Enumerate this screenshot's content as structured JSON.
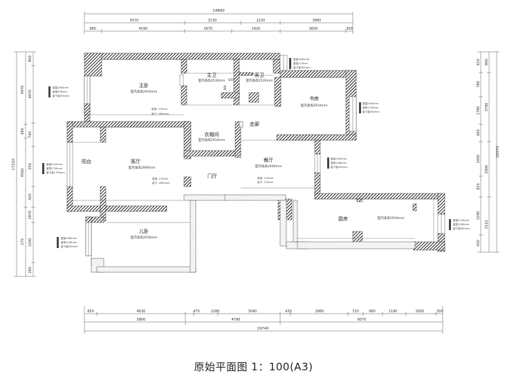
{
  "title": "原始平面图 1：100(A3)",
  "rooms": {
    "master_bedroom": {
      "name": "主卧",
      "height": "室内净高2910mm",
      "beam1": "梁宽: 270mm",
      "beam2": "梁下: 2600mm"
    },
    "master_bath": {
      "name": "主卫",
      "height": "室内净高2530mm",
      "note": "430",
      "pipe": "管道"
    },
    "guest_bath": {
      "name": "客卫",
      "height": "室内净高2530mm"
    },
    "study": {
      "name": "书房",
      "height": "室内净高2910mm"
    },
    "corridor": {
      "name": "走廊"
    },
    "cloakroom": {
      "name": "衣帽间",
      "height": "室内净高2910mm"
    },
    "balcony": {
      "name": "阳台"
    },
    "living": {
      "name": "客厅",
      "height": "室内净高2900mm",
      "beam1": "梁宽: 270mm",
      "beam2": "梁下: 2600mm"
    },
    "dining": {
      "name": "餐厅",
      "height": "室内净高2400mm",
      "beam1": "梁宽: 270mm",
      "beam2": "梁下: 270mm"
    },
    "foyer": {
      "name": "门厅"
    },
    "kids": {
      "name": "儿卧",
      "height": "室内净高2930mm"
    },
    "kitchen": {
      "name": "厨房",
      "height": "室内净高2910mm"
    }
  },
  "window_notes": {
    "master_left": [
      "窗高1800mm",
      "窗宽990mm",
      "窗下高900mm"
    ],
    "top_right": [
      "窗高1600mm",
      "窗宽210mm",
      "窗下高900mm"
    ],
    "study_right": [
      "窗高2400mm",
      "窗宽1790mm",
      "窗下高900mm"
    ],
    "balcony_left": [
      "窗高2100mm",
      "窗宽2790mm",
      "窗下高1750mm"
    ],
    "dining_right": [
      "窗高1300mm",
      "窗宽1480mm",
      "窗下高900mm"
    ],
    "kids_left": [
      "窗高1480mm",
      "窗宽1440mm",
      "窗下高900mm"
    ],
    "kitchen_right": [
      "窗高2100mm",
      "窗宽1500mm",
      "窗下高900mm"
    ]
  },
  "dims": {
    "top_total": "14880",
    "top_row1": [
      "5570",
      "3130",
      "2220",
      "3960"
    ],
    "top_row2": [
      "980",
      "4590",
      "2670",
      "1920",
      "3600",
      "300"
    ],
    "bottom_row1": [
      "650",
      "4630",
      "470",
      "1280",
      "3040",
      "430",
      "2860",
      "720",
      "980",
      "1190",
      "2000",
      "300"
    ],
    "bottom_row2": [
      "5800",
      "4790",
      "9070"
    ],
    "bottom_total": "19740",
    "left_total": "17220",
    "left_row1": [
      "4970",
      "680",
      "4560",
      "270"
    ],
    "left_row2": [
      "800",
      "4070",
      "740",
      "250",
      "420",
      "2870",
      "1200",
      "280"
    ],
    "right_total": "16970",
    "right_row1": [
      "610",
      "780",
      "1780",
      "660",
      "1400",
      "820",
      "1590",
      "430"
    ],
    "right_row2": [
      "900",
      "3780",
      "2900",
      "3110"
    ]
  },
  "colors": {
    "wall": "#3a3a3a",
    "ink": "#333333",
    "hatch": "#555555"
  }
}
